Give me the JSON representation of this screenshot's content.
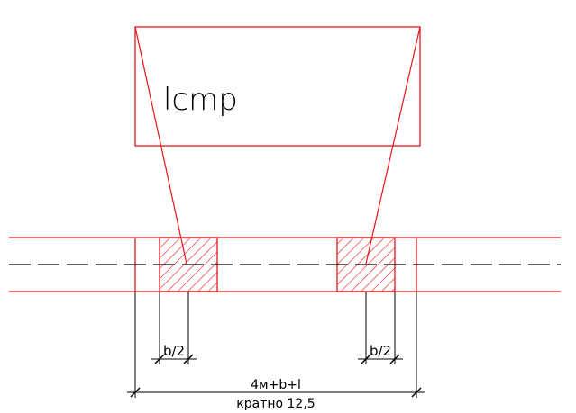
{
  "beam_label": "lcmp",
  "half_width_label_left": "b/2",
  "half_width_label_right": "b/2",
  "total_dim_label": "4м+b+l",
  "total_dim_sublabel": "кратно 12,5",
  "colors": {
    "structure": "#e8141b",
    "dimension": "#000000"
  }
}
